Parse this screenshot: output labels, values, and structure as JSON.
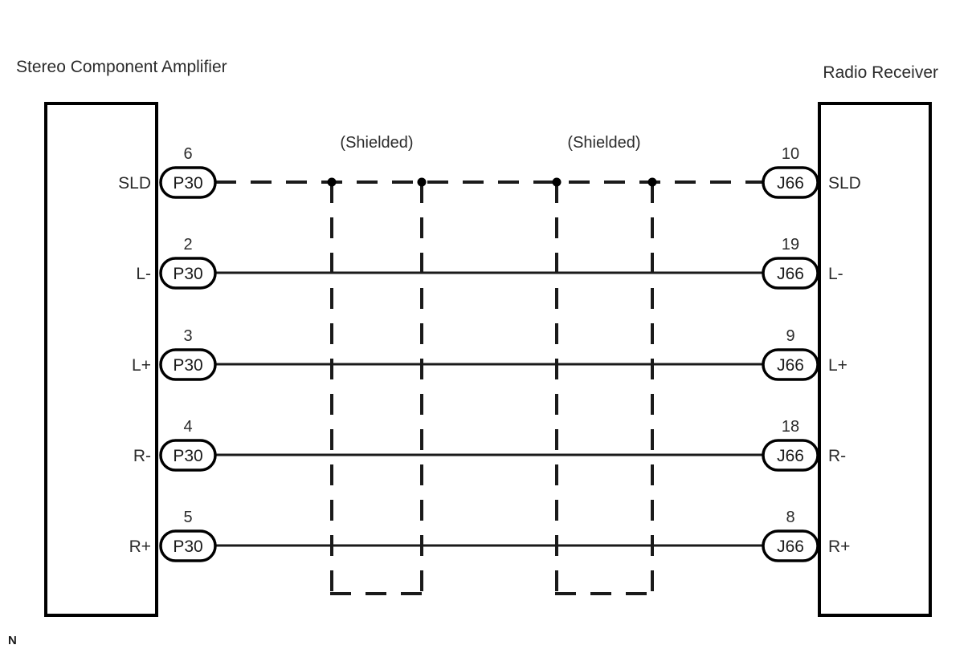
{
  "diagram": {
    "title_left": "Stereo Component Amplifier",
    "title_right": "Radio Receiver",
    "corner_mark": "N",
    "shield_note_1": "(Shielded)",
    "shield_note_2": "(Shielded)",
    "left_connector_name": "P30",
    "right_connector_name": "J66",
    "rows": [
      {
        "signal_left": "SLD",
        "signal_right": "SLD",
        "pin_left": "6",
        "pin_right": "10",
        "left_conn": "P30",
        "right_conn": "J66",
        "wire_style": "dashed"
      },
      {
        "signal_left": "L-",
        "signal_right": "L-",
        "pin_left": "2",
        "pin_right": "19",
        "left_conn": "P30",
        "right_conn": "J66",
        "wire_style": "solid"
      },
      {
        "signal_left": "L+",
        "signal_right": "L+",
        "pin_left": "3",
        "pin_right": "9",
        "left_conn": "P30",
        "right_conn": "J66",
        "wire_style": "solid"
      },
      {
        "signal_left": "R-",
        "signal_right": "R-",
        "pin_left": "4",
        "pin_right": "18",
        "left_conn": "P30",
        "right_conn": "J66",
        "wire_style": "solid"
      },
      {
        "signal_left": "R+",
        "signal_right": "R+",
        "pin_left": "5",
        "pin_right": "8",
        "left_conn": "P30",
        "right_conn": "J66",
        "wire_style": "solid"
      }
    ],
    "colors": {
      "line": "#1a1a1a",
      "text": "#2b2b2b",
      "background": "#ffffff"
    }
  }
}
